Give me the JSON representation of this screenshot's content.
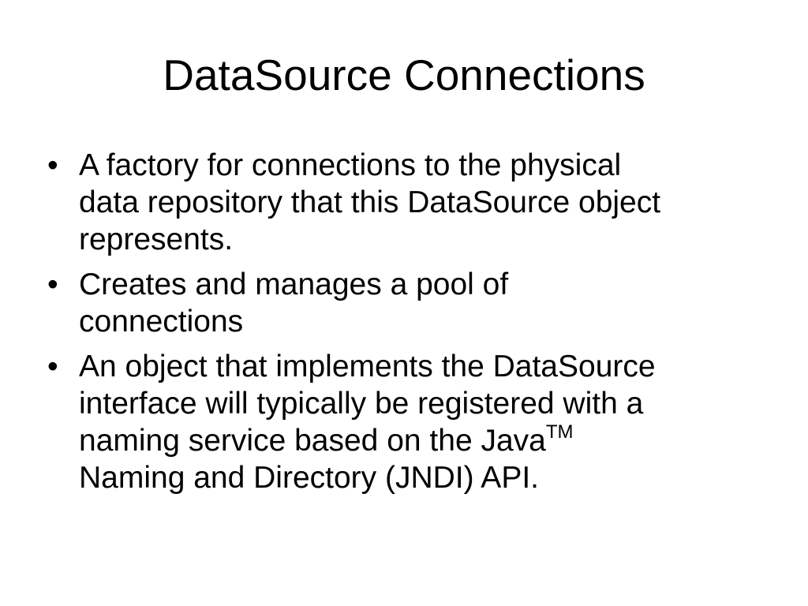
{
  "slide": {
    "title": "DataSource Connections",
    "bullet_glyph": "•",
    "bullets": [
      {
        "lines": [
          "A factory for connections to the physical",
          "data repository that this DataSource object",
          "represents."
        ]
      },
      {
        "lines": [
          "Creates and manages a pool of",
          "connections"
        ]
      },
      {
        "lines": [
          "An object that implements the DataSource",
          "interface will typically be registered with a",
          "naming service based on the Java",
          "Naming and Directory (JNDI) API."
        ],
        "superscript": "TM"
      }
    ]
  }
}
